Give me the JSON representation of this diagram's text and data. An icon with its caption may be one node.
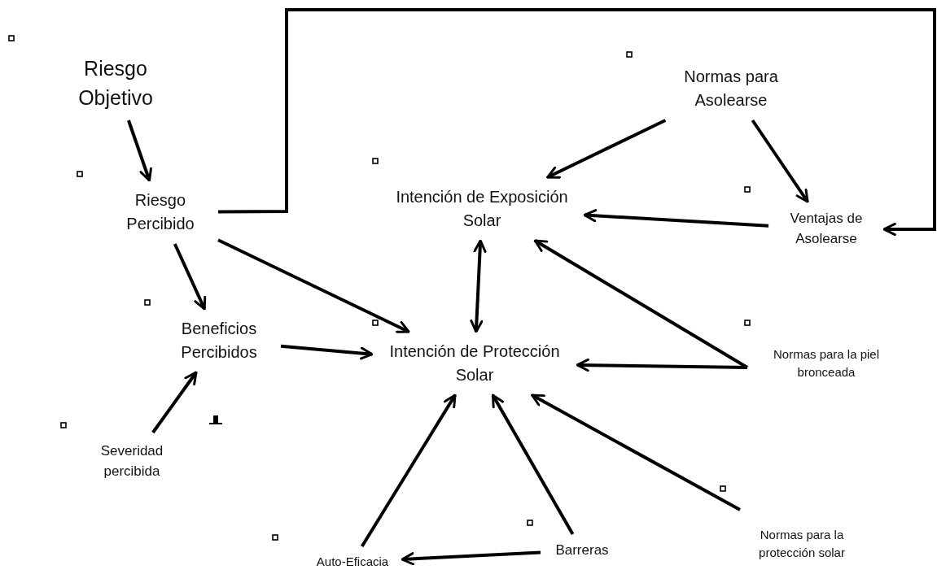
{
  "diagram": {
    "nodes": [
      {
        "text": [
          "Riesgo Objetivo"
        ]
      },
      {
        "text": [
          "Riesgo Percibido"
        ]
      },
      {
        "text": [
          "Beneficios Percibidos"
        ]
      },
      {
        "text": [
          "Severidad percibida"
        ]
      },
      {
        "text": [
          "Normas para Asolearse"
        ]
      },
      {
        "text": [
          "Intención de Exposición Solar"
        ]
      },
      {
        "text": [
          "Ventajas de Asolearse"
        ]
      },
      {
        "text": [
          "Intención de Protección Solar"
        ]
      },
      {
        "text": [
          "Normas para la piel bronceada"
        ]
      },
      {
        "text": [
          "Normas para la protección solar"
        ]
      },
      {
        "text": [
          "Barreras"
        ]
      },
      {
        "text": [
          "Auto-Eficacia"
        ]
      }
    ],
    "edges": [
      {
        "from": 0,
        "to": 1,
        "arrow": "to"
      },
      {
        "from": 1,
        "to": 2,
        "arrow": "to"
      },
      {
        "from": 1,
        "to": 7,
        "arrow": "to"
      },
      {
        "from": 1,
        "to": 6,
        "arrow": "to"
      },
      {
        "from": 2,
        "to": 7,
        "arrow": "to"
      },
      {
        "from": 3,
        "to": 2,
        "arrow": "to"
      },
      {
        "from": 4,
        "to": 5,
        "arrow": "to"
      },
      {
        "from": 4,
        "to": 6,
        "arrow": "to"
      },
      {
        "from": 6,
        "to": 5,
        "arrow": "to"
      },
      {
        "from": 5,
        "to": 7,
        "arrow": "both"
      },
      {
        "from": 8,
        "to": 5,
        "arrow": "to"
      },
      {
        "from": 8,
        "to": 7,
        "arrow": "to"
      },
      {
        "from": 9,
        "to": 7,
        "arrow": "to"
      },
      {
        "from": 11,
        "to": 7,
        "arrow": "to"
      },
      {
        "from": 10,
        "to": 7,
        "arrow": "to"
      },
      {
        "from": 10,
        "to": 11,
        "arrow": "to"
      }
    ]
  }
}
